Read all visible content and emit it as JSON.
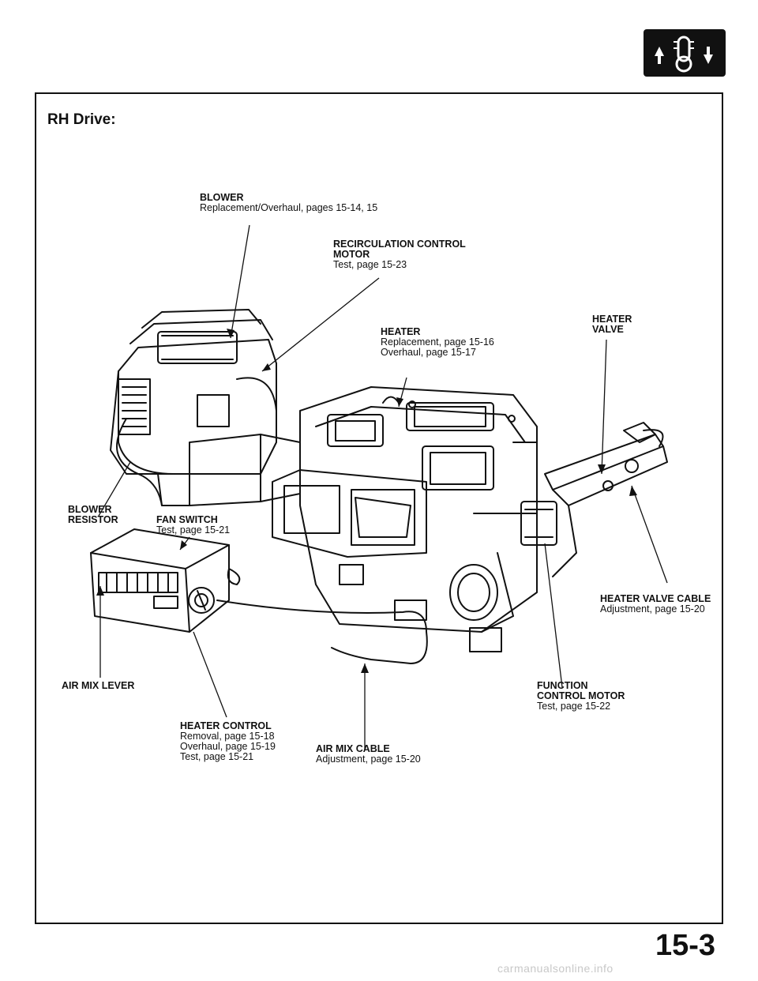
{
  "header": {
    "icon": "heater-thermometer-icon"
  },
  "section_title": "RH Drive:",
  "callouts": {
    "blower": {
      "name": "BLOWER",
      "ref": "Replacement/Overhaul, pages 15-14, 15"
    },
    "recirc": {
      "name1": "RECIRCULATION CONTROL",
      "name2": "MOTOR",
      "ref": "Test, page 15-23"
    },
    "heater": {
      "name": "HEATER",
      "ref1": "Replacement, page 15-16",
      "ref2": "Overhaul, page 15-17"
    },
    "heater_valve": {
      "name1": "HEATER",
      "name2": "VALVE"
    },
    "blower_resistor": {
      "name1": "BLOWER",
      "name2": "RESISTOR"
    },
    "fan_switch": {
      "name": "FAN SWITCH",
      "ref": "Test, page 15-21"
    },
    "heater_valve_cable": {
      "name": "HEATER VALVE CABLE",
      "ref": "Adjustment, page 15-20"
    },
    "air_mix_lever": {
      "name": "AIR MIX LEVER"
    },
    "function_motor": {
      "name1": "FUNCTION",
      "name2": "CONTROL MOTOR",
      "ref": "Test, page 15-22"
    },
    "heater_control": {
      "name": "HEATER CONTROL",
      "ref1": "Removal, page 15-18",
      "ref2": "Overhaul, page 15-19",
      "ref3": "Test, page 15-21"
    },
    "air_mix_cable": {
      "name": "AIR MIX CABLE",
      "ref": "Adjustment, page 15-20"
    }
  },
  "page_number": "15-3",
  "watermark": "carmanualsonline.info"
}
